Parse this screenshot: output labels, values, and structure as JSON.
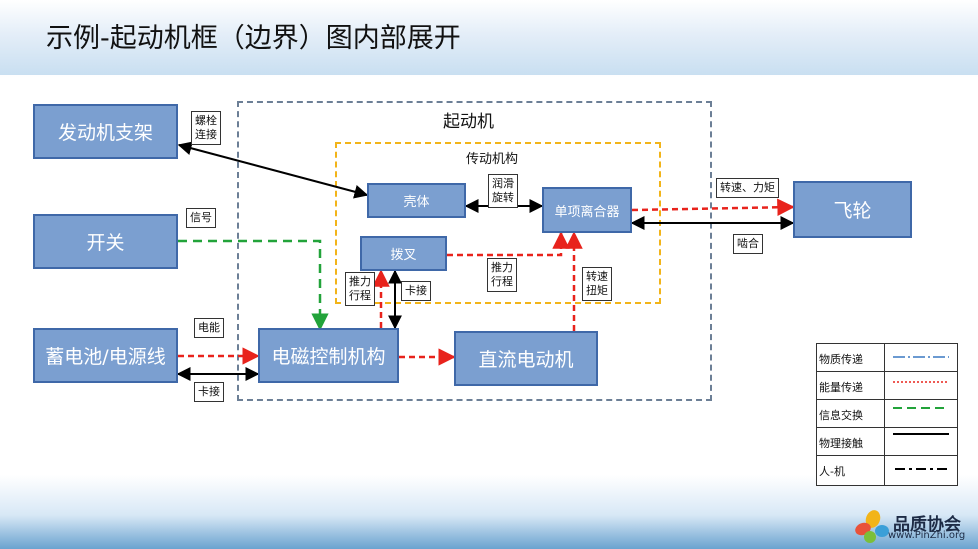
{
  "title": "示例-起动机框（边界）图内部展开",
  "frames": {
    "starter": "起动机",
    "transmission": "传动机构"
  },
  "blocks": {
    "engine_mount": "发动机支架",
    "switch": "开关",
    "battery": "蓄电池/电源线",
    "solenoid": "电磁控制机构",
    "dc_motor": "直流电动机",
    "housing": "壳体",
    "fork": "拨叉",
    "clutch": "单项离合器",
    "flywheel": "飞轮"
  },
  "notes": {
    "bolt": "螺栓\n连接",
    "signal": "信号",
    "power": "电能",
    "clip_bottom": "卡接",
    "lube": "润滑\n旋转",
    "push_right": "推力\n行程",
    "push_left": "推力\n行程",
    "clip_inner": "卡接",
    "speed_torque": "转速\n扭矩",
    "speed_force": "转速、力矩",
    "mesh": "啮合"
  },
  "legend": [
    {
      "label": "物质传递",
      "color": "#3a78c2",
      "style": "dash-dot"
    },
    {
      "label": "能量传递",
      "color": "#e8231c",
      "style": "dotted"
    },
    {
      "label": "信息交换",
      "color": "#22a33a",
      "style": "dashed"
    },
    {
      "label": "物理接触",
      "color": "#000000",
      "style": "solid"
    },
    {
      "label": "人-机",
      "color": "#000000",
      "style": "dash-dot"
    }
  ],
  "logo": {
    "name": "品质协会",
    "url": "www.PinZhi.org"
  }
}
